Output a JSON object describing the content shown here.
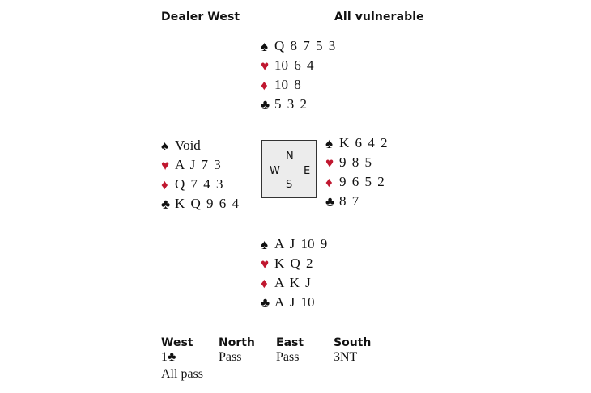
{
  "header": {
    "dealer": "Dealer West",
    "vulnerability": "All vulnerable"
  },
  "suits": {
    "spades": {
      "glyph": "♠",
      "color": "#111111"
    },
    "hearts": {
      "glyph": "♥",
      "color": "#c0172f"
    },
    "diamonds": {
      "glyph": "♦",
      "color": "#c0172f"
    },
    "clubs": {
      "glyph": "♣",
      "color": "#111111"
    }
  },
  "hands": {
    "north": {
      "spades": "Q 8 7 5 3",
      "hearts": "10 6 4",
      "diamonds": "10 8",
      "clubs": "5 3 2"
    },
    "west": {
      "spades": "Void",
      "hearts": "A J 7 3",
      "diamonds": "Q 7 4 3",
      "clubs": "K Q 9 6 4"
    },
    "east": {
      "spades": "K 6 4 2",
      "hearts": "9 8 5",
      "diamonds": "9 6 5 2",
      "clubs": "8 7"
    },
    "south": {
      "spades": "A J 10 9",
      "hearts": "K Q 2",
      "diamonds": "A K J",
      "clubs": "A J 10"
    }
  },
  "compass": {
    "north": "N",
    "south": "S",
    "east": "E",
    "west": "W"
  },
  "auction": {
    "headers": [
      "West",
      "North",
      "East",
      "South"
    ],
    "rounds": [
      [
        {
          "bid": "1",
          "suit": "♣"
        },
        {
          "bid": "Pass"
        },
        {
          "bid": "Pass"
        },
        {
          "bid": "3NT"
        }
      ],
      [
        {
          "bid": "All pass"
        }
      ]
    ]
  }
}
